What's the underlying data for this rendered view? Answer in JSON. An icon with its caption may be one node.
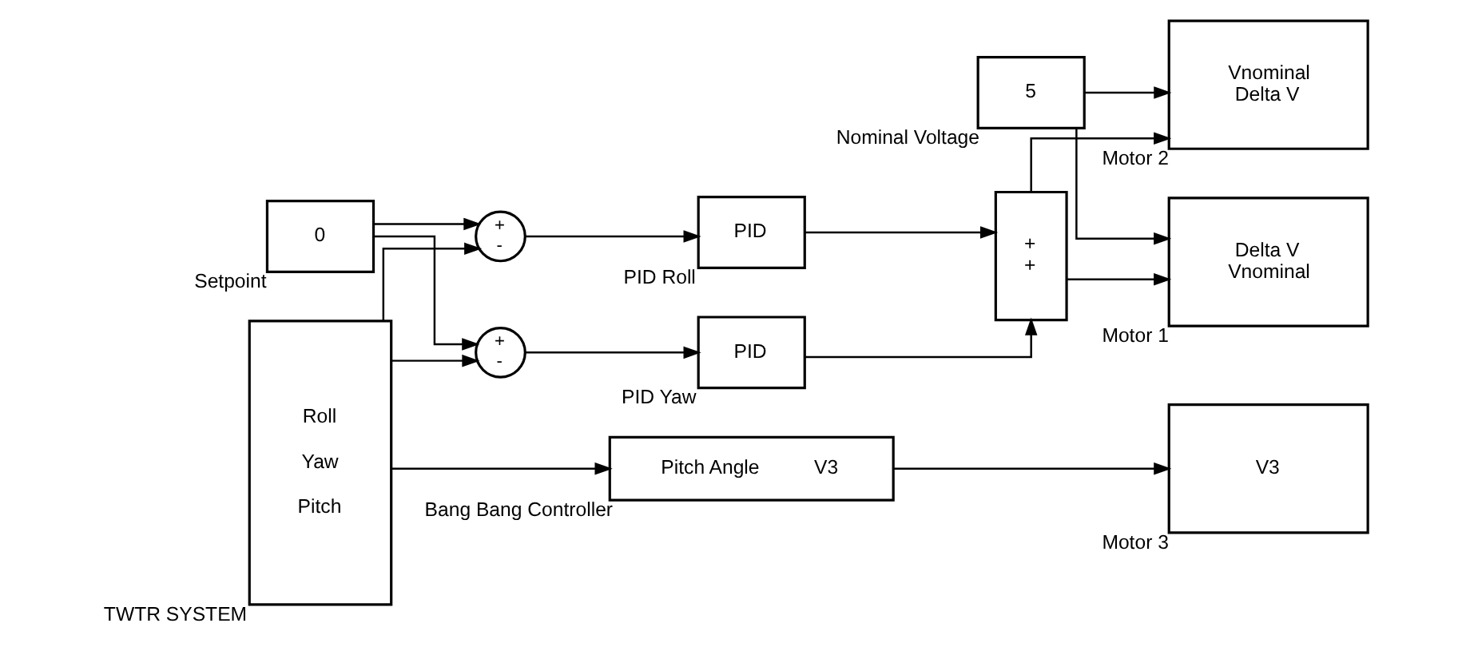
{
  "diagram": {
    "nodes": [
      {
        "text": [
          "0"
        ],
        "beside": [
          "Setpoint"
        ]
      },
      {
        "text": [
          "Roll",
          "Yaw",
          "Pitch"
        ],
        "beside": [
          "TWTR SYSTEM"
        ]
      },
      {
        "text": [
          "+",
          "-"
        ]
      },
      {
        "text": [
          "+",
          "-"
        ]
      },
      {
        "text": [
          "PID"
        ],
        "beside": [
          "PID Roll"
        ]
      },
      {
        "text": [
          "PID"
        ],
        "beside": [
          "PID Yaw"
        ]
      },
      {
        "text": [
          "+",
          "+"
        ]
      },
      {
        "text": [
          "5"
        ],
        "beside": [
          "Nominal Voltage"
        ]
      },
      {
        "text": [
          "Delta V",
          "Vnominal"
        ],
        "beside": [
          "Motor 1"
        ]
      },
      {
        "text": [
          "Vnominal",
          "Delta V"
        ],
        "beside": [
          "Motor 2"
        ]
      },
      {
        "text": [
          "Pitch Angle",
          "V3"
        ],
        "beside": [
          "Bang Bang Controller"
        ]
      },
      {
        "text": [
          "V3"
        ],
        "beside": [
          "Motor 3"
        ]
      }
    ],
    "edges": [
      {
        "from": 0,
        "to": 2,
        "arrow": "to"
      },
      {
        "from": 0,
        "to": 3,
        "arrow": "to"
      },
      {
        "from": 1,
        "to": 2,
        "arrow": "to"
      },
      {
        "from": 1,
        "to": 3,
        "arrow": "to"
      },
      {
        "from": 1,
        "to": 10,
        "arrow": "to"
      },
      {
        "from": 2,
        "to": 4,
        "arrow": "to"
      },
      {
        "from": 3,
        "to": 5,
        "arrow": "to"
      },
      {
        "from": 4,
        "to": 6,
        "arrow": "to"
      },
      {
        "from": 5,
        "to": 6,
        "arrow": "to"
      },
      {
        "from": 6,
        "to": 8,
        "arrow": "to"
      },
      {
        "from": 6,
        "to": 9,
        "arrow": "to"
      },
      {
        "from": 7,
        "to": 8,
        "arrow": "to"
      },
      {
        "from": 7,
        "to": 9,
        "arrow": "to"
      },
      {
        "from": 10,
        "to": 11,
        "arrow": "to"
      }
    ]
  }
}
